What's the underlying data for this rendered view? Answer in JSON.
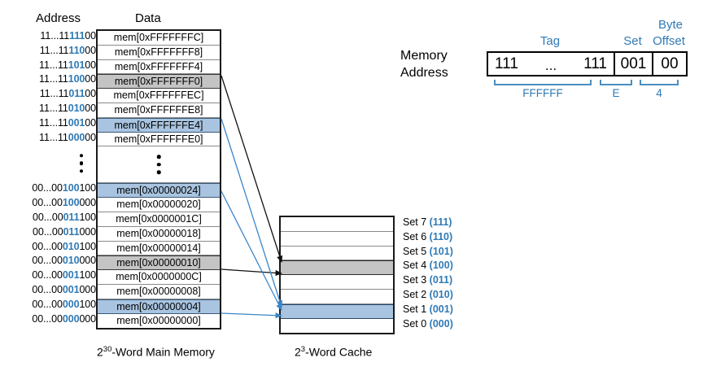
{
  "headers": {
    "address": "Address",
    "data": "Data"
  },
  "memory": {
    "caption_prefix": "2",
    "caption_sup": "30",
    "caption_suffix": "-Word Main Memory",
    "rows": [
      {
        "addr_prefix": "11...11",
        "addr_set": "111",
        "addr_off": "00",
        "data": "mem[0xFFFFFFFC]",
        "fill": "white"
      },
      {
        "addr_prefix": "11...11",
        "addr_set": "110",
        "addr_off": "00",
        "data": "mem[0xFFFFFFF8]",
        "fill": "white"
      },
      {
        "addr_prefix": "11...11",
        "addr_set": "101",
        "addr_off": "00",
        "data": "mem[0xFFFFFFF4]",
        "fill": "white"
      },
      {
        "addr_prefix": "11...11",
        "addr_set": "100",
        "addr_off": "00",
        "data": "mem[0xFFFFFFF0]",
        "fill": "gray"
      },
      {
        "addr_prefix": "11...11",
        "addr_set": "011",
        "addr_off": "00",
        "data": "mem[0xFFFFFFEC]",
        "fill": "white"
      },
      {
        "addr_prefix": "11...11",
        "addr_set": "010",
        "addr_off": "00",
        "data": "mem[0xFFFFFFE8]",
        "fill": "white"
      },
      {
        "addr_prefix": "11...11",
        "addr_set": "001",
        "addr_off": "00",
        "data": "mem[0xFFFFFFE4]",
        "fill": "blue"
      },
      {
        "addr_prefix": "11...11",
        "addr_set": "000",
        "addr_off": "00",
        "data": "mem[0xFFFFFFE0]",
        "fill": "white"
      },
      {
        "addr_prefix": "00...00",
        "addr_set": "100",
        "addr_off": "100",
        "data": "mem[0x00000024]",
        "fill": "blue"
      },
      {
        "addr_prefix": "00...00",
        "addr_set": "100",
        "addr_off": "000",
        "data": "mem[0x00000020]",
        "fill": "white"
      },
      {
        "addr_prefix": "00...00",
        "addr_set": "011",
        "addr_off": "100",
        "data": "mem[0x0000001C]",
        "fill": "white"
      },
      {
        "addr_prefix": "00...00",
        "addr_set": "011",
        "addr_off": "000",
        "data": "mem[0x00000018]",
        "fill": "white"
      },
      {
        "addr_prefix": "00...00",
        "addr_set": "010",
        "addr_off": "100",
        "data": "mem[0x00000014]",
        "fill": "white"
      },
      {
        "addr_prefix": "00...00",
        "addr_set": "010",
        "addr_off": "000",
        "data": "mem[0x00000010]",
        "fill": "gray"
      },
      {
        "addr_prefix": "00...00",
        "addr_set": "001",
        "addr_off": "100",
        "data": "mem[0x0000000C]",
        "fill": "white"
      },
      {
        "addr_prefix": "00...00",
        "addr_set": "001",
        "addr_off": "000",
        "data": "mem[0x00000008]",
        "fill": "white"
      },
      {
        "addr_prefix": "00...00",
        "addr_set": "000",
        "addr_off": "100",
        "data": "mem[0x00000004]",
        "fill": "blue"
      },
      {
        "addr_prefix": "00...00",
        "addr_set": "000",
        "addr_off": "000",
        "data": "mem[0x00000000]",
        "fill": "white"
      }
    ],
    "ellipsis_after_index": 7
  },
  "cache": {
    "caption_prefix": "2",
    "caption_sup": "3",
    "caption_suffix": "-Word Cache",
    "sets": [
      {
        "label": "Set 7",
        "bits": "(111)",
        "fill": "white"
      },
      {
        "label": "Set 6",
        "bits": "(110)",
        "fill": "white"
      },
      {
        "label": "Set 5",
        "bits": "(101)",
        "fill": "white"
      },
      {
        "label": "Set 4",
        "bits": "(100)",
        "fill": "gray"
      },
      {
        "label": "Set 3",
        "bits": "(011)",
        "fill": "white"
      },
      {
        "label": "Set 2",
        "bits": "(010)",
        "fill": "white"
      },
      {
        "label": "Set 1",
        "bits": "(001)",
        "fill": "blue"
      },
      {
        "label": "Set 0",
        "bits": "(000)",
        "fill": "white"
      }
    ]
  },
  "address_breakdown": {
    "label_line1": "Memory",
    "label_line2": "Address",
    "field_tag_name": "Tag",
    "field_set_name": "Set",
    "field_offset_name_line1": "Byte",
    "field_offset_name_line2": "Offset",
    "tag_left_bits": "111",
    "tag_dots": "...",
    "tag_right_bits": "111",
    "set_bits": "001",
    "offset_bits": "00",
    "hex_tag": "FFFFFF",
    "hex_mid": "E",
    "hex_low": "4"
  },
  "colors": {
    "accent_blue": "#2f7ab5",
    "highlight_blue": "#a8c4e0",
    "highlight_gray": "#c4c4c4",
    "bracket_blue": "#4a8ec2"
  }
}
